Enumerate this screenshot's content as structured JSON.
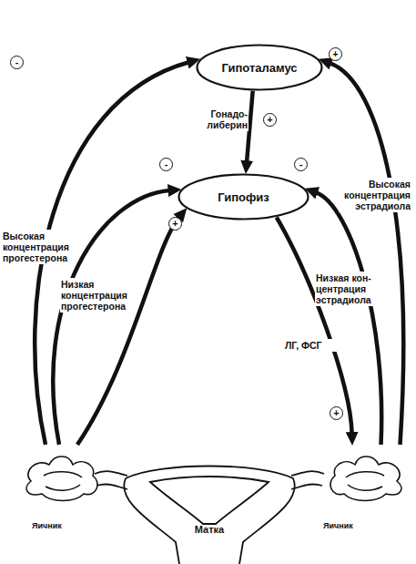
{
  "diagram": {
    "nodes": [
      {
        "text": [
          "Гипоталамус"
        ]
      },
      {
        "text": [
          "Гипофиз"
        ]
      },
      {
        "text": [
          "Яичник"
        ]
      },
      {
        "text": [
          "Яичник"
        ]
      },
      {
        "text": [
          "Матка"
        ]
      }
    ],
    "edges": [
      {
        "from": 0,
        "to": 1,
        "arrow": "to",
        "label": "Гонадо- либерин"
      },
      {
        "from": 2,
        "to": 0,
        "arrow": "to",
        "label": "Высокая концентрация прогестерона"
      },
      {
        "from": 2,
        "to": 1,
        "arrow": "to"
      },
      {
        "from": 2,
        "to": 1,
        "arrow": "to",
        "label": "Низкая концентрация прогестерона"
      },
      {
        "from": 1,
        "to": 3,
        "arrow": "to",
        "label": "ЛГ, ФСГ"
      },
      {
        "from": 3,
        "to": 1,
        "arrow": "to",
        "label": "Низкая кон- центрация эстрадиола"
      },
      {
        "from": 3,
        "to": 0,
        "arrow": "to",
        "label": "Высокая концентрация эстрадиола"
      }
    ],
    "labels": [
      "-",
      "+",
      "+",
      "-",
      "-",
      "+",
      "+"
    ]
  }
}
